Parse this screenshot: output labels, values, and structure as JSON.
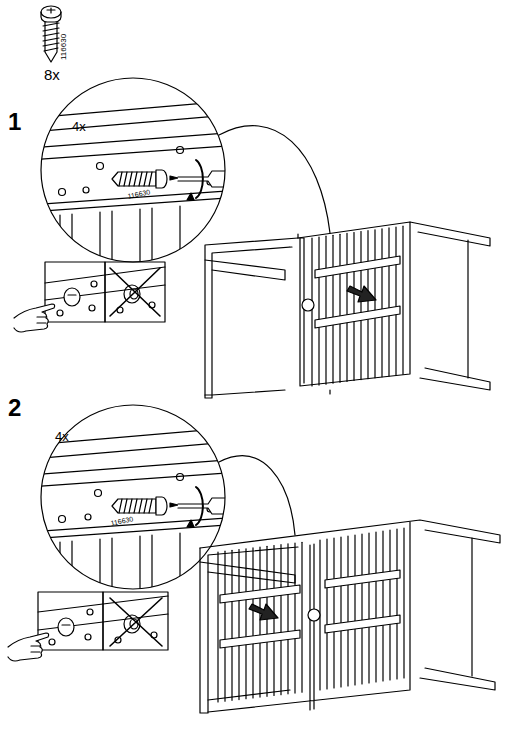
{
  "diagram": {
    "labels": [
      "116630",
      "8x",
      "1",
      "4x",
      "116630",
      "2",
      "4x",
      "116630"
    ]
  }
}
